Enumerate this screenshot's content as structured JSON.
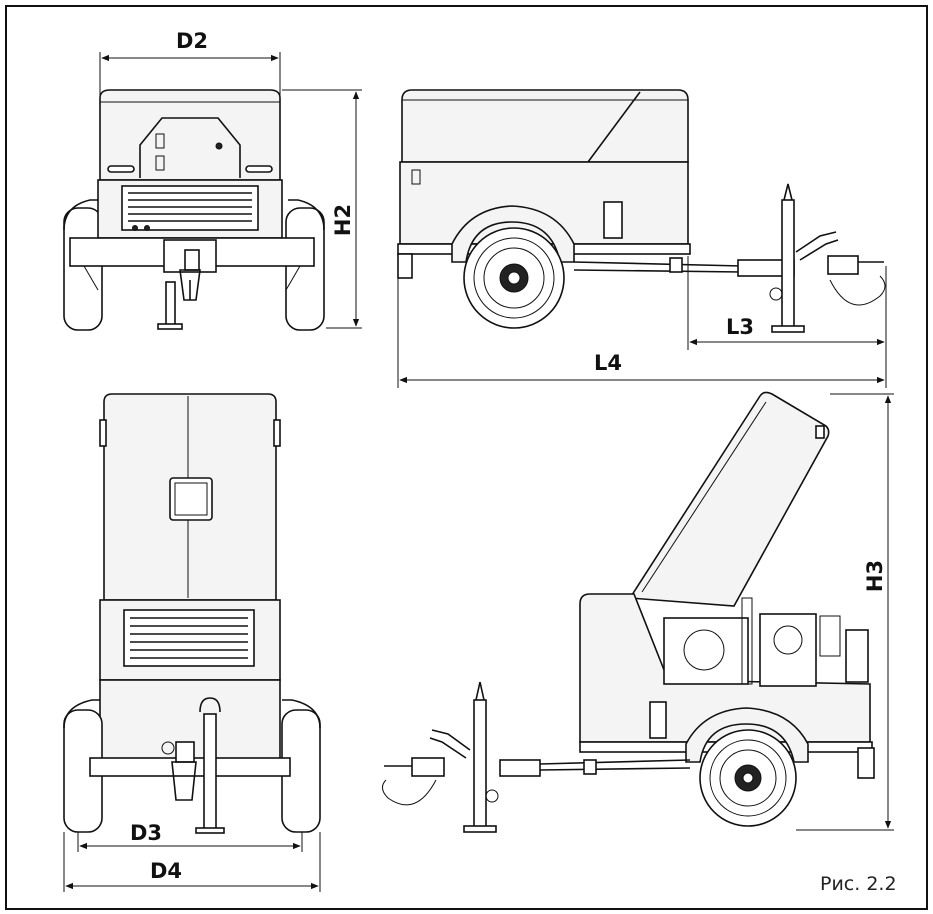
{
  "labels": {
    "d2": "D2",
    "h2": "H2",
    "l3": "L3",
    "l4": "L4",
    "h3": "H3",
    "d3": "D3",
    "d4": "D4"
  },
  "caption": "Рис. 2.2",
  "colors": {
    "line": "#111111",
    "panel": "#f4f4f4",
    "background": "#ffffff"
  }
}
